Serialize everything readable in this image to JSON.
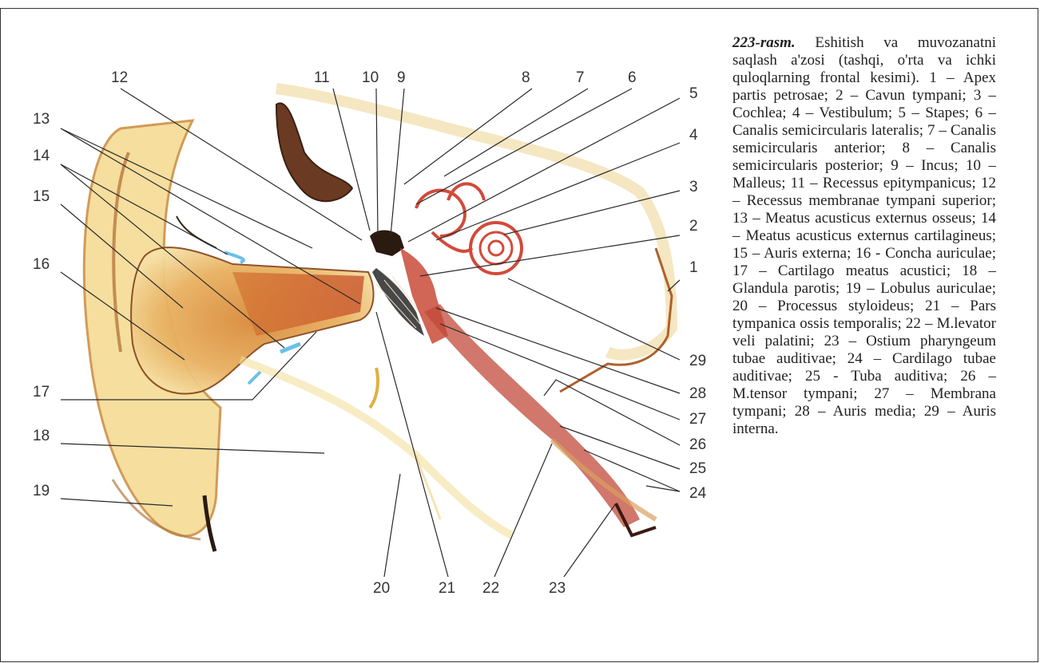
{
  "figure": {
    "labels": [
      "1",
      "2",
      "3",
      "4",
      "5",
      "6",
      "7",
      "8",
      "9",
      "10",
      "11",
      "12",
      "13",
      "14",
      "15",
      "16",
      "17",
      "18",
      "19",
      "20",
      "21",
      "22",
      "23",
      "24",
      "25",
      "26",
      "27",
      "28",
      "29"
    ]
  },
  "caption": {
    "title": "223-rasm.",
    "subtitle": "Eshitish va muvozanatni saqlash a'zosi (tashqi, o'rta va ichki quloqlarning frontal kesimi).",
    "legend": "1 – Apex partis petrosae; 2 – Cavun tympani; 3 – Cochlea; 4 – Vestibulum; 5 – Stapes; 6 – Canalis semicircularis lateralis; 7 – Canalis semicircularis anterior; 8 – Canalis semicircularis posterior; 9 – Incus; 10 – Malleus; 11 – Recessus epitympanicus; 12 – Recessus membranae tympani superior; 13 – Meatus acusticus externus osseus; 14 – Meatus acusticus externus cartilagineus; 15 – Auris externa; 16 - Concha auriculae; 17 – Cartilago meatus acustici; 18 – Glandula parotis; 19 – Lobulus auriculae; 20 – Processus styloideus; 21 – Pars tympanica ossis temporalis; 22 – M.levator veli palatini; 23 – Ostium pharyngeum tubae auditivae; 24 – Cardilago tubae auditivae; 25 - Tuba auditiva; 26 – M.tensor tympani; 27 – Membrana tympani; 28 – Auris media; 29 – Auris interna."
  }
}
